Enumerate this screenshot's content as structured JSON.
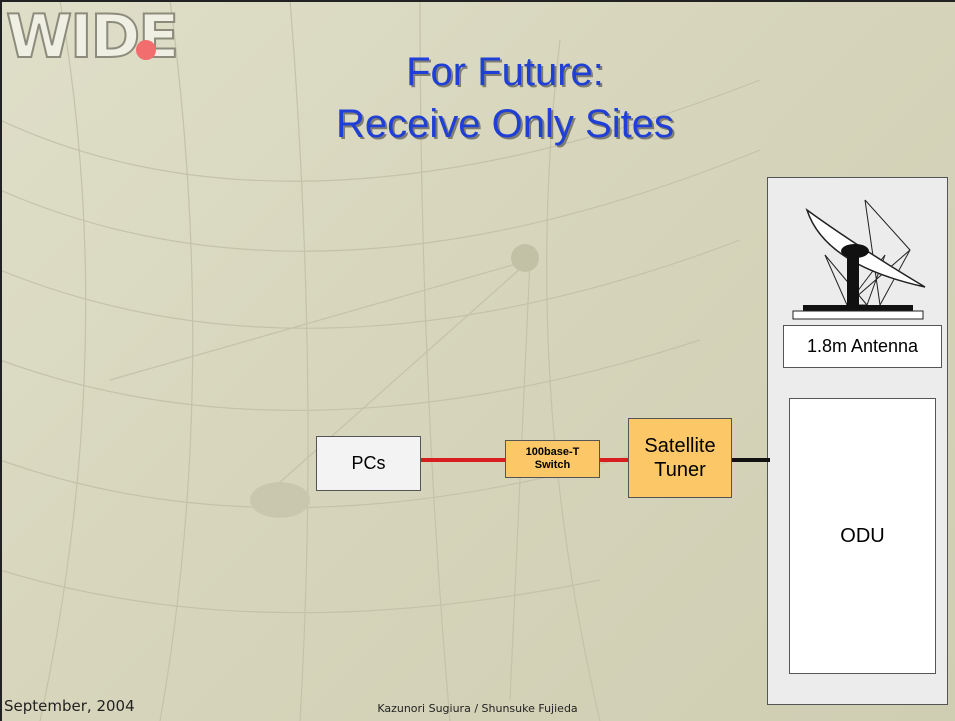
{
  "slide": {
    "logo": "WIDE",
    "title_line1": "For Future:",
    "title_line2": "Receive Only Sites",
    "footer_date": "September, 2004",
    "footer_authors": "Kazunori Sugiura / Shunsuke Fujieda"
  },
  "diagram": {
    "pcs": "PCs",
    "switch_line1": "100base-T",
    "switch_line2": "Switch",
    "tuner_line1": "Satellite",
    "tuner_line2": "Tuner",
    "antenna": "1.8m Antenna",
    "odu": "ODU"
  },
  "colors": {
    "title": "#1f3fd6",
    "box_orange": "#fcc766",
    "link_red": "#d81d20"
  }
}
